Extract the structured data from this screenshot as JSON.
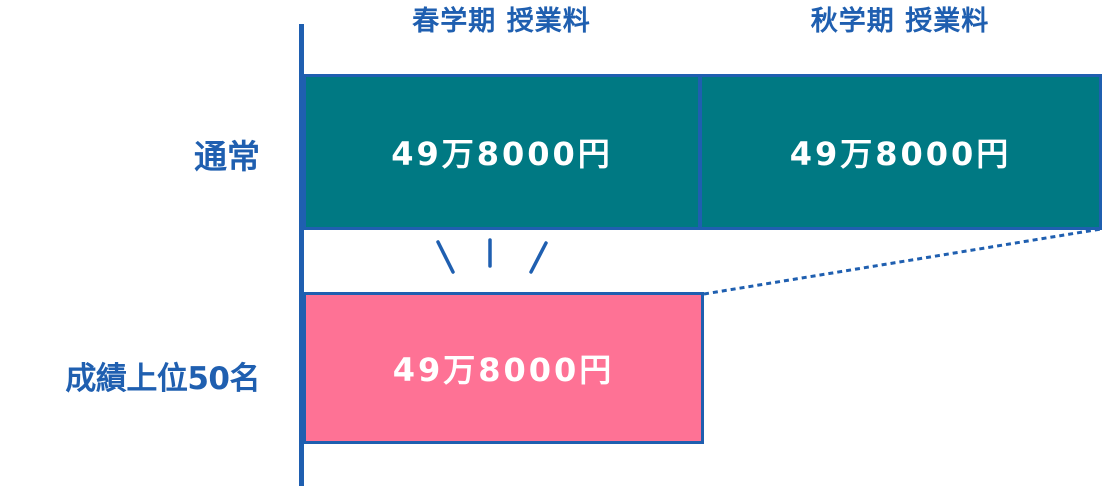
{
  "columns": {
    "spring": "春学期 授業料",
    "autumn": "秋学期 授業料"
  },
  "rows": {
    "normal": "通常",
    "top50": "成績上位50名"
  },
  "cells": {
    "spring_normal": "49万8000円",
    "autumn_normal": "49万8000円",
    "spring_top50": "49万8000円"
  },
  "colors": {
    "text_blue": "#1f5fb0",
    "teal": "#007983",
    "pink": "#fe7295",
    "border": "#1f5fb0"
  }
}
